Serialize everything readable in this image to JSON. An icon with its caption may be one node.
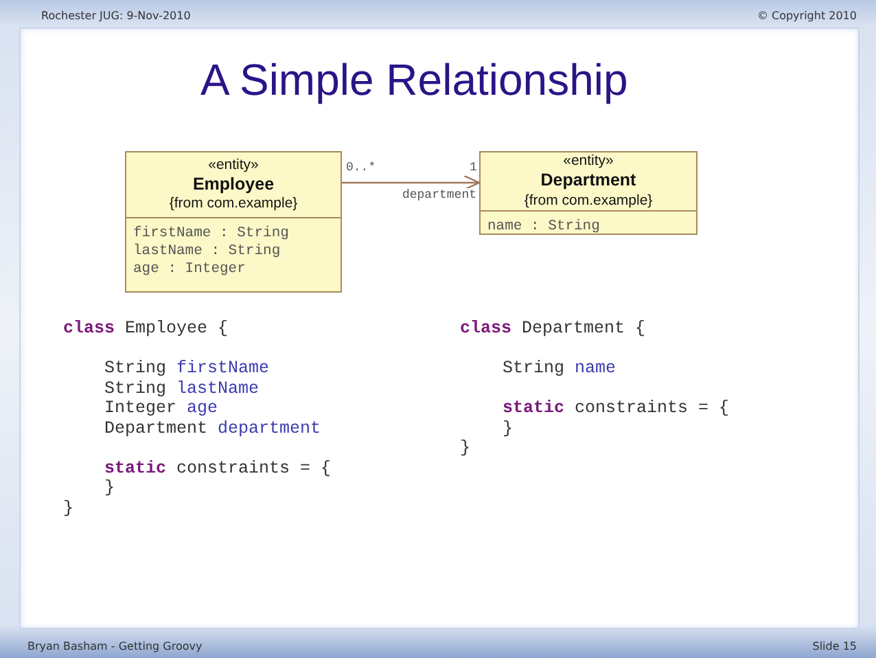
{
  "diagram": {
    "title": "A Simple Relationship",
    "nodes": [
      {
        "text": [
          "«entity»",
          "Employee",
          "{from com.example}",
          "firstName : String",
          "lastName : String",
          "age : Integer"
        ]
      },
      {
        "text": [
          "«entity»",
          "Department",
          "{from com.example}",
          "name : String"
        ]
      }
    ],
    "edges": [
      {
        "from": 0,
        "to": 1,
        "arrow": "to",
        "label": "department"
      }
    ],
    "labels": [
      "Rochester JUG: 9-Nov-2010",
      "© Copyright 2010",
      "0..*",
      "1",
      "**class** Employee {",
      "String firstName",
      "String lastName",
      "Integer age",
      "Department department",
      "**static** constraints = {",
      "}",
      "}",
      "**class** Department {",
      "String name",
      "**static** constraints = {",
      "}",
      "}",
      "Bryan Basham - Getting Groovy",
      "Slide 15"
    ]
  }
}
